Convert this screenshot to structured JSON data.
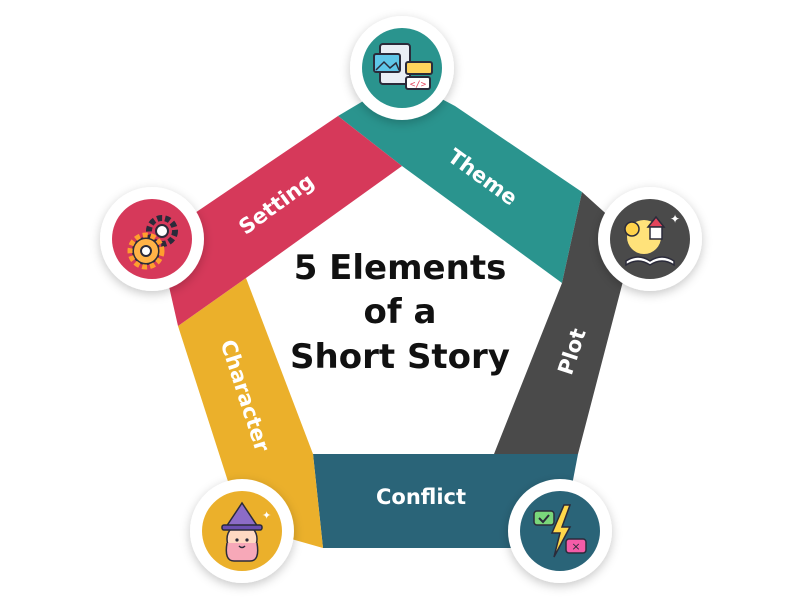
{
  "title": {
    "line1": "5 Elements",
    "line2": "of a",
    "line3": "Short Story"
  },
  "segments": [
    {
      "label": "Theme",
      "color": "#2a948e",
      "icon": "web-design-icon"
    },
    {
      "label": "Plot",
      "color": "#4a4a4a",
      "icon": "storybook-icon"
    },
    {
      "label": "Conflict",
      "color": "#2a6478",
      "icon": "conflict-chat-icon"
    },
    {
      "label": "Character",
      "color": "#ebb02b",
      "icon": "witch-character-icon"
    },
    {
      "label": "Setting",
      "color": "#d6395a",
      "icon": "gears-icon"
    }
  ]
}
